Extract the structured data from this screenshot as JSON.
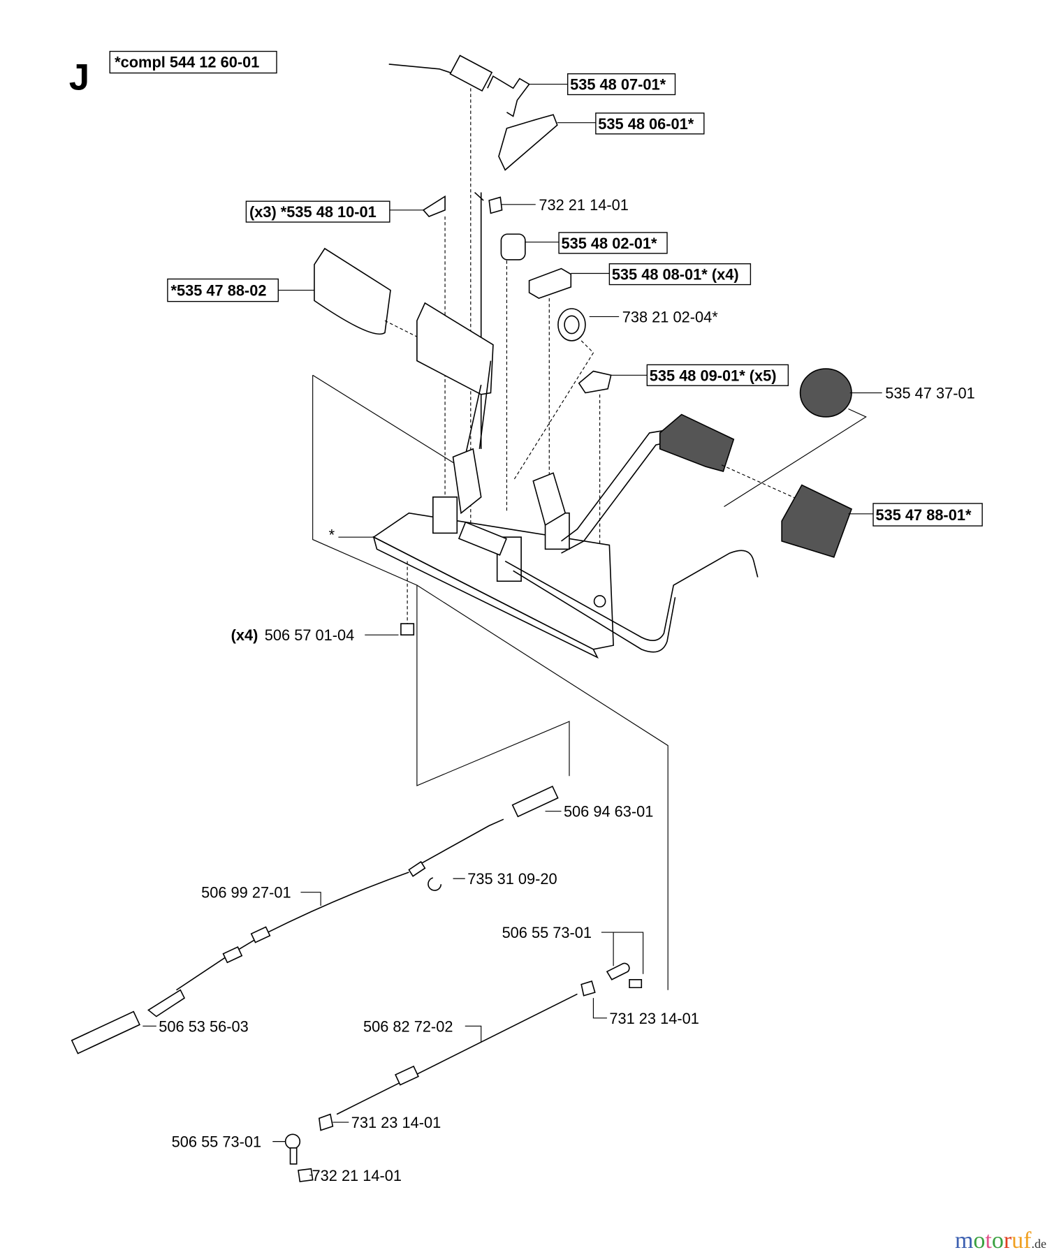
{
  "section_letter": "J",
  "assembly": "*compl 544 12 60-01",
  "labels": {
    "l1": "535 48 07-01*",
    "l2": "535 48 06-01*",
    "l3": "(x3) *535 48 10-01",
    "l4": "732 21 14-01",
    "l5": "535 48 02-01*",
    "l6": "535 48 08-01* (x4)",
    "l7": "738 21 02-04*",
    "l8": "535 48 09-01* (x5)",
    "l9": "535 47 37-01",
    "l10": "*535 47 88-02",
    "l11": "535 47 88-01*",
    "l12_qty": "(x4)",
    "l12": "506 57 01-04",
    "l13": "*",
    "l14": "506 94 63-01",
    "l15": "735 31 09-20",
    "l16": "506 99 27-01",
    "l17": "506 55 73-01",
    "l18": "731 23 14-01",
    "l19": "506 53 56-03",
    "l20": "506 82 72-02",
    "l21": "731 23 14-01",
    "l22": "506 55 73-01",
    "l23": "732 21 14-01"
  },
  "watermark": {
    "main": "motoruf",
    "suffix": ".de",
    "colors": [
      "#3b5fb0",
      "#3aa040",
      "#e0508a",
      "#3aa040",
      "#e04020",
      "#f0a020",
      "#f0a020"
    ]
  }
}
